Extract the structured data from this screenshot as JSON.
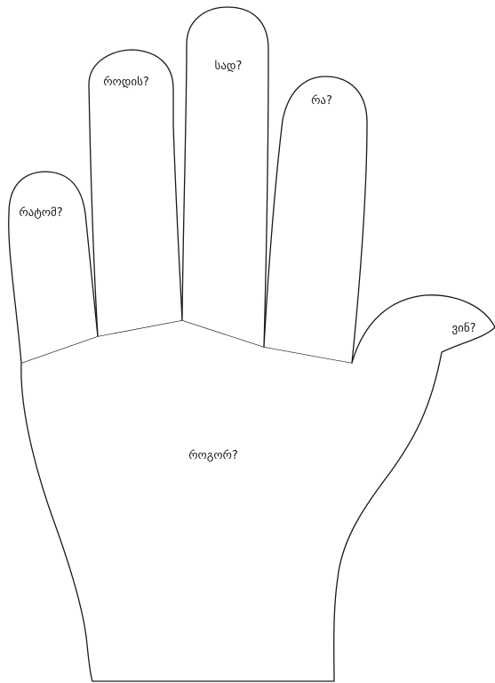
{
  "labels": {
    "pinky": "რატომ?",
    "ring": "როდის?",
    "middle": "სად?",
    "index": "რა?",
    "thumb": "ვინ?",
    "palm": "როგორ?"
  },
  "colors": {
    "background": "#ffffff",
    "outline": "#1a1a1a",
    "text": "#1a1a1a"
  }
}
